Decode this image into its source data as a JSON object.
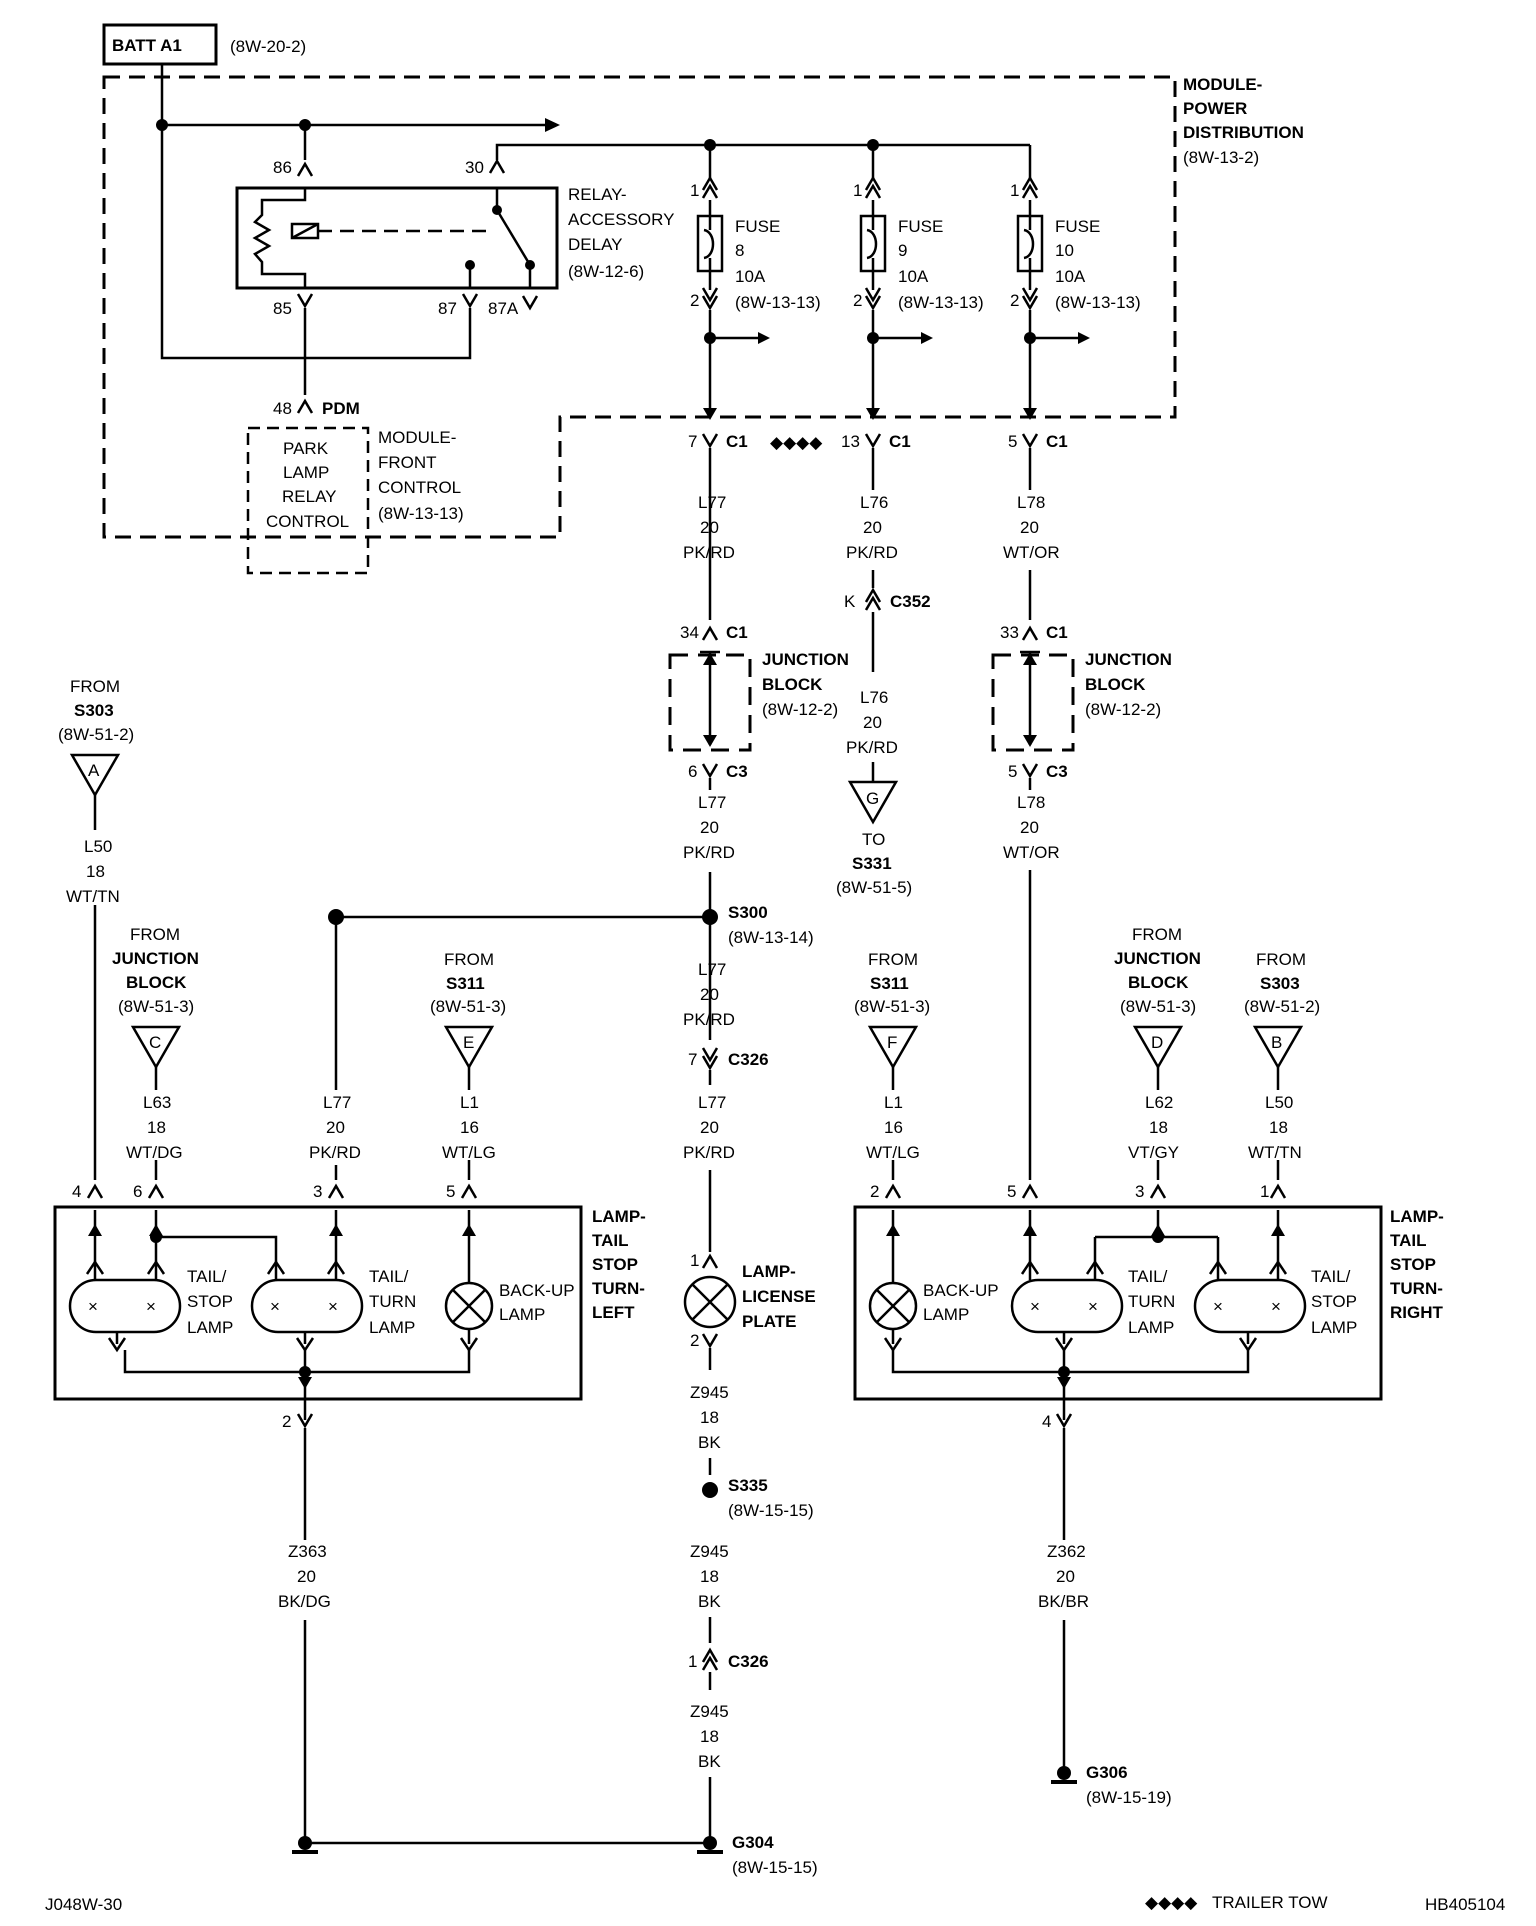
{
  "header": {
    "source_label": "BATT A1",
    "source_ref": "(8W-20-2)"
  },
  "pdm": {
    "title_lines": [
      "MODULE-",
      "POWER",
      "DISTRIBUTION"
    ],
    "ref": "(8W-13-2)"
  },
  "relay": {
    "title_lines": [
      "RELAY-",
      "ACCESSORY",
      "DELAY"
    ],
    "ref": "(8W-12-6)",
    "pins": {
      "p86": "86",
      "p30": "30",
      "p85": "85",
      "p87": "87",
      "p87a": "87A"
    }
  },
  "fuses": [
    {
      "label": "FUSE",
      "number": "8",
      "rating": "10A",
      "ref": "(8W-13-13)",
      "pin_in": "1",
      "pin_out": "2"
    },
    {
      "label": "FUSE",
      "number": "9",
      "rating": "10A",
      "ref": "(8W-13-13)",
      "pin_in": "1",
      "pin_out": "2"
    },
    {
      "label": "FUSE",
      "number": "10",
      "rating": "10A",
      "ref": "(8W-13-13)",
      "pin_in": "1",
      "pin_out": "2"
    }
  ],
  "fcm": {
    "pin": "48",
    "pin_conn": "PDM",
    "box_lines": [
      "PARK",
      "LAMP",
      "RELAY",
      "CONTROL"
    ],
    "title_lines": [
      "MODULE-",
      "FRONT",
      "CONTROL"
    ],
    "ref": "(8W-13-13)"
  },
  "connectors": {
    "c1_a": {
      "pin": "7",
      "name": "C1"
    },
    "c1_b": {
      "pin": "13",
      "name": "C1"
    },
    "c1_c": {
      "pin": "5",
      "name": "C1"
    },
    "trailer_diamonds": "◆◆◆◆",
    "c1_jb_a": {
      "pin": "34",
      "name": "C1"
    },
    "c1_jb_b": {
      "pin": "33",
      "name": "C1"
    },
    "c3_a": {
      "pin": "6",
      "name": "C3"
    },
    "c3_b": {
      "pin": "5",
      "name": "C3"
    },
    "c352": {
      "pin": "K",
      "name": "C352"
    },
    "c326_top": {
      "pin": "7",
      "name": "C326"
    },
    "c326_bot": {
      "pin": "1",
      "name": "C326"
    }
  },
  "wires": {
    "l77_a": [
      "L77",
      "20",
      "PK/RD"
    ],
    "l76_a": [
      "L76",
      "20",
      "PK/RD"
    ],
    "l78_a": [
      "L78",
      "20",
      "WT/OR"
    ],
    "l76_b": [
      "L76",
      "20",
      "PK/RD"
    ],
    "l77_b": [
      "L77",
      "20",
      "PK/RD"
    ],
    "l78_b": [
      "L78",
      "20",
      "WT/OR"
    ],
    "l77_c": [
      "L77",
      "20",
      "PK/RD"
    ],
    "l77_d": [
      "L77",
      "20",
      "PK/RD"
    ],
    "l50_left": [
      "L50",
      "18",
      "WT/TN"
    ],
    "l63": [
      "L63",
      "18",
      "WT/DG"
    ],
    "l77_left": [
      "L77",
      "20",
      "PK/RD"
    ],
    "l1_left": [
      "L1",
      "16",
      "WT/LG"
    ],
    "l1_right": [
      "L1",
      "16",
      "WT/LG"
    ],
    "l62": [
      "L62",
      "18",
      "VT/GY"
    ],
    "l50_right": [
      "L50",
      "18",
      "WT/TN"
    ],
    "z945_a": [
      "Z945",
      "18",
      "BK"
    ],
    "z945_b": [
      "Z945",
      "18",
      "BK"
    ],
    "z945_c": [
      "Z945",
      "18",
      "BK"
    ],
    "z363": [
      "Z363",
      "20",
      "BK/DG"
    ],
    "z362": [
      "Z362",
      "20",
      "BK/BR"
    ]
  },
  "junction_blocks": [
    {
      "lines": [
        "JUNCTION",
        "BLOCK"
      ],
      "ref": "(8W-12-2)"
    },
    {
      "lines": [
        "JUNCTION",
        "BLOCK"
      ],
      "ref": "(8W-12-2)"
    }
  ],
  "flags": {
    "a": {
      "from": "FROM",
      "src": "S303",
      "ref": "(8W-51-2)",
      "letter": "A"
    },
    "c": {
      "from": "FROM",
      "src_lines": [
        "JUNCTION",
        "BLOCK"
      ],
      "ref": "(8W-51-3)",
      "letter": "C"
    },
    "e": {
      "from": "FROM",
      "src": "S311",
      "ref": "(8W-51-3)",
      "letter": "E"
    },
    "g": {
      "to": "TO",
      "src": "S331",
      "ref": "(8W-51-5)",
      "letter": "G"
    },
    "f": {
      "from": "FROM",
      "src": "S311",
      "ref": "(8W-51-3)",
      "letter": "F"
    },
    "d": {
      "from": "FROM",
      "src_lines": [
        "JUNCTION",
        "BLOCK"
      ],
      "ref": "(8W-51-3)",
      "letter": "D"
    },
    "b": {
      "from": "FROM",
      "src": "S303",
      "ref": "(8W-51-2)",
      "letter": "B"
    }
  },
  "splices": {
    "s300": {
      "name": "S300",
      "ref": "(8W-13-14)"
    },
    "s335": {
      "name": "S335",
      "ref": "(8W-15-15)"
    }
  },
  "lamp_left": {
    "title_lines": [
      "LAMP-",
      "TAIL",
      "STOP",
      "TURN-",
      "LEFT"
    ],
    "pins": [
      "4",
      "6",
      "3",
      "5"
    ],
    "ground_pin": "2",
    "bulbs": [
      [
        "TAIL/",
        "STOP",
        "LAMP"
      ],
      [
        "TAIL/",
        "TURN",
        "LAMP"
      ],
      [
        "BACK-UP",
        "LAMP"
      ]
    ]
  },
  "lamp_license": {
    "title_lines": [
      "LAMP-",
      "LICENSE",
      "PLATE"
    ],
    "pin_top": "1",
    "pin_bot": "2"
  },
  "lamp_right": {
    "title_lines": [
      "LAMP-",
      "TAIL",
      "STOP",
      "TURN-",
      "RIGHT"
    ],
    "pins": [
      "2",
      "5",
      "3",
      "1"
    ],
    "ground_pin": "4",
    "bulbs": [
      [
        "BACK-UP",
        "LAMP"
      ],
      [
        "TAIL/",
        "TURN",
        "LAMP"
      ],
      [
        "TAIL/",
        "STOP",
        "LAMP"
      ]
    ]
  },
  "grounds": {
    "g304": {
      "name": "G304",
      "ref": "(8W-15-15)"
    },
    "g306": {
      "name": "G306",
      "ref": "(8W-15-19)"
    }
  },
  "footer": {
    "left": "J048W-30",
    "legend_diamonds": "◆◆◆◆",
    "legend_text": "TRAILER TOW",
    "right": "HB405104"
  }
}
